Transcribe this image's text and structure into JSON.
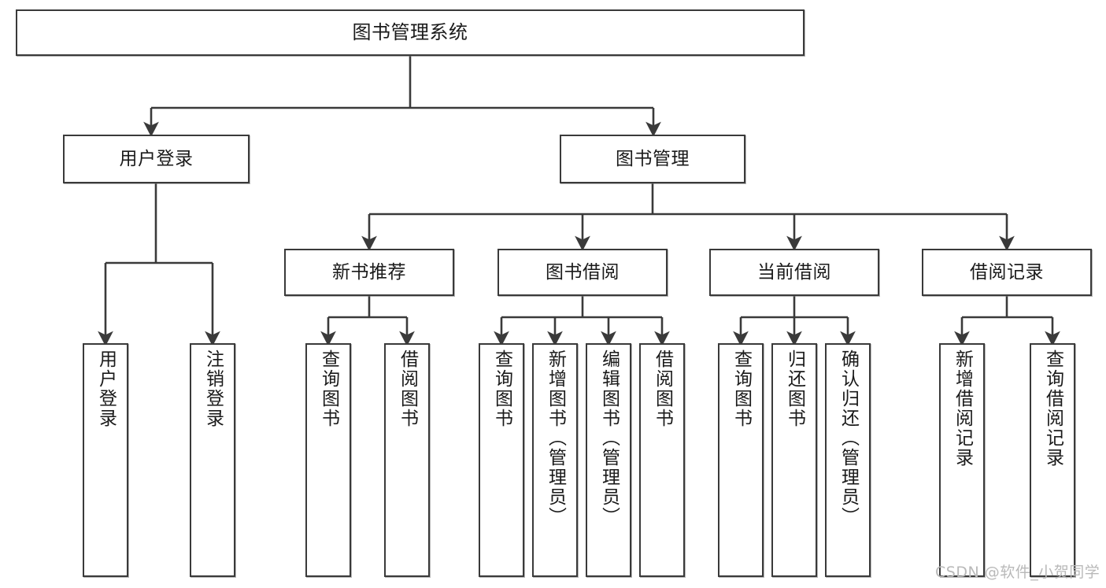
{
  "diagram": {
    "title": "图书管理系统",
    "type": "hierarchy-tree",
    "orientation": "top-down",
    "levels": 4,
    "colors": {
      "box_border": "#3a3a3a",
      "box_fill": "#ffffff",
      "connector": "#3a3a3a",
      "text": "#1a1a1a",
      "watermark": "#b9b9b9"
    }
  },
  "nodes": {
    "root": {
      "label": "图书管理系统",
      "level": 1
    },
    "level2": [
      {
        "id": "user-login",
        "label": "用户登录",
        "level": 2
      },
      {
        "id": "book-management",
        "label": "图书管理",
        "level": 2
      }
    ],
    "level3": [
      {
        "id": "new-book-recommend",
        "label": "新书推荐",
        "level": 3,
        "parent": "book-management"
      },
      {
        "id": "book-borrow",
        "label": "图书借阅",
        "level": 3,
        "parent": "book-management"
      },
      {
        "id": "current-borrow",
        "label": "当前借阅",
        "level": 3,
        "parent": "book-management"
      },
      {
        "id": "borrow-record",
        "label": "借阅记录",
        "level": 3,
        "parent": "book-management"
      }
    ],
    "leaves": [
      {
        "id": "leaf-user-login",
        "label": "用户登录",
        "parent": "user-login"
      },
      {
        "id": "leaf-logout-login",
        "label": "注销登录",
        "parent": "user-login"
      },
      {
        "id": "leaf-query-book-1",
        "label": "查询图书",
        "parent": "new-book-recommend"
      },
      {
        "id": "leaf-borrow-book-1",
        "label": "借阅图书",
        "parent": "new-book-recommend"
      },
      {
        "id": "leaf-query-book-2",
        "label": "查询图书",
        "parent": "book-borrow"
      },
      {
        "id": "leaf-add-book",
        "label": "新增图书（管理员）",
        "parent": "book-borrow"
      },
      {
        "id": "leaf-edit-book",
        "label": "编辑图书（管理员）",
        "parent": "book-borrow"
      },
      {
        "id": "leaf-borrow-book-2",
        "label": "借阅图书",
        "parent": "book-borrow"
      },
      {
        "id": "leaf-query-book-3",
        "label": "查询图书",
        "parent": "current-borrow"
      },
      {
        "id": "leaf-return-book",
        "label": "归还图书",
        "parent": "current-borrow"
      },
      {
        "id": "leaf-confirm-return",
        "label": "确认归还（管理员）",
        "parent": "current-borrow"
      },
      {
        "id": "leaf-add-borrow-record",
        "label": "新增借阅记录",
        "parent": "borrow-record"
      },
      {
        "id": "leaf-query-borrow-record",
        "label": "查询借阅记录",
        "parent": "borrow-record"
      }
    ]
  },
  "watermark": {
    "text": "CSDN @软件_小贺同学"
  }
}
